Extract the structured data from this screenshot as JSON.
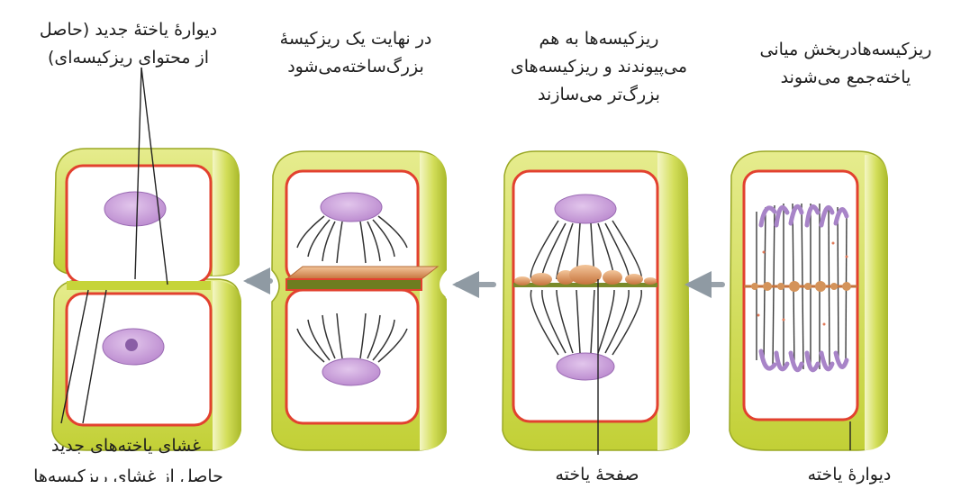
{
  "top_labels": {
    "stage_1": [
      "ریزکیسه‌هادربخش میانی",
      "یاخته‌جمع می‌شوند"
    ],
    "stage_2": [
      "ریزکیسه‌ها به هم",
      "می‌پیوندند و ریزکیسه‌های",
      "بزرگ‌تر می‌سازند"
    ],
    "stage_3": [
      "در نهایت یک ریزکیسهٔ",
      "بزرگ‌ساخته‌می‌شود"
    ],
    "stage_4": [
      "دیوارهٔ یاختهٔ جدید (حاصل",
      "از محتوای ریزکیسه‌ای)"
    ]
  },
  "bottom_labels": {
    "cell_wall": "دیوارهٔ یاخته",
    "cell_plate": "صفحهٔ یاخته",
    "new_membranes": "غشای یاخته‌های جدید",
    "new_membranes_cont": "حاصل از غشای ریزکیسه‌ها"
  },
  "colors": {
    "wall_outer": "#c6d43a",
    "wall_light": "#eef2a4",
    "membrane": "#e2412f",
    "cytoplasm": "#ffffff",
    "nucleus": "#c99fd8",
    "spindle": "#3a3a3a",
    "vesicle": "#d88a52",
    "arrow": "#8f9aa3"
  }
}
